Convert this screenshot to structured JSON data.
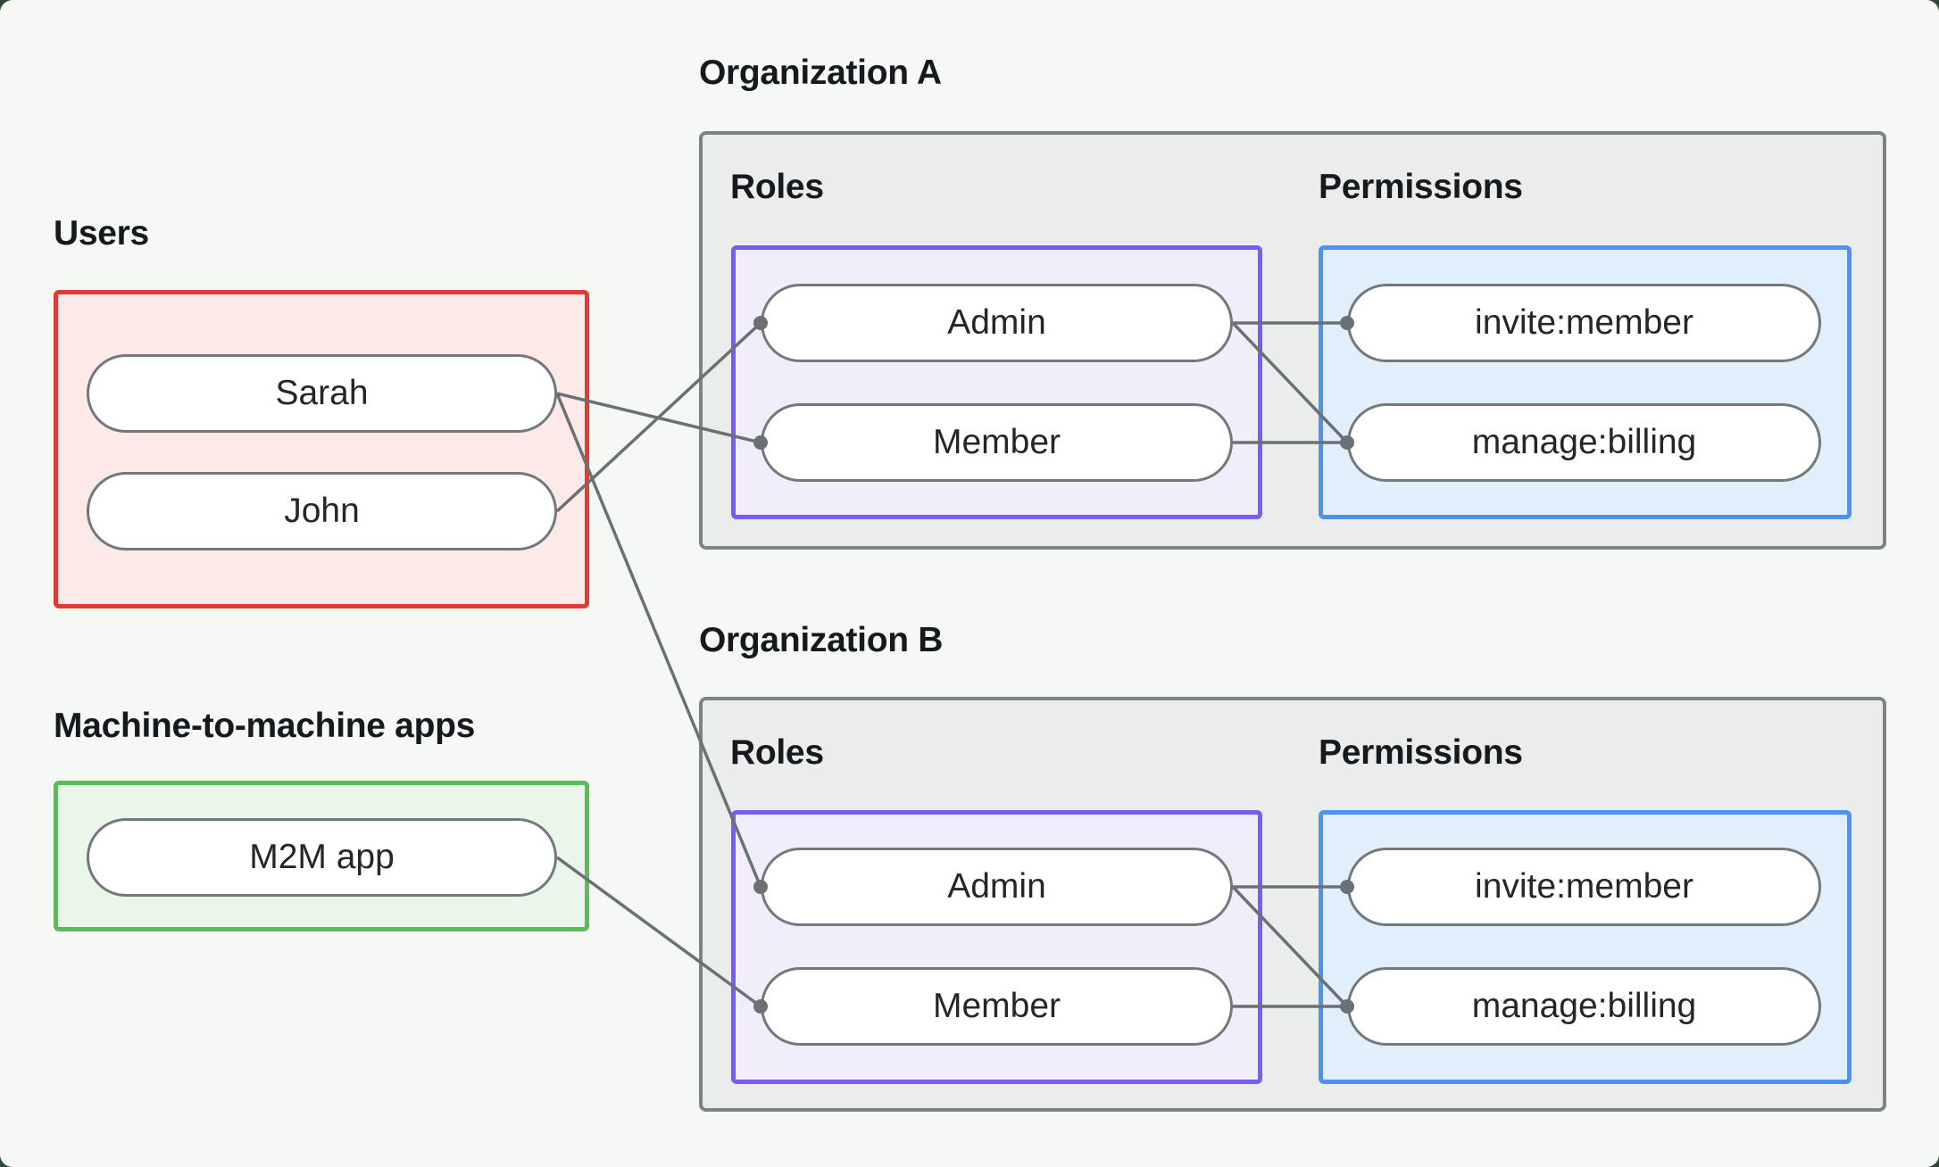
{
  "users": {
    "label": "Users",
    "items": [
      "Sarah",
      "John"
    ]
  },
  "m2m": {
    "label": "Machine-to-machine apps",
    "items": [
      "M2M app"
    ]
  },
  "orgs": [
    {
      "label": "Organization A",
      "roles_label": "Roles",
      "permissions_label": "Permissions",
      "roles": [
        "Admin",
        "Member"
      ],
      "permissions": [
        "invite:member",
        "manage:billing"
      ]
    },
    {
      "label": "Organization B",
      "roles_label": "Roles",
      "permissions_label": "Permissions",
      "roles": [
        "Admin",
        "Member"
      ],
      "permissions": [
        "invite:member",
        "manage:billing"
      ]
    }
  ],
  "connections": [
    {
      "from": "Sarah",
      "to": "Organization A / Member"
    },
    {
      "from": "John",
      "to": "Organization A / Admin"
    },
    {
      "from": "Sarah",
      "to": "Organization B / Admin"
    },
    {
      "from": "M2M app",
      "to": "Organization B / Member"
    },
    {
      "from": "Organization A / Admin",
      "to": "Organization A / invite:member"
    },
    {
      "from": "Organization A / Admin",
      "to": "Organization A / manage:billing"
    },
    {
      "from": "Organization A / Member",
      "to": "Organization A / manage:billing"
    },
    {
      "from": "Organization B / Admin",
      "to": "Organization B / invite:member"
    },
    {
      "from": "Organization B / Admin",
      "to": "Organization B / manage:billing"
    },
    {
      "from": "Organization B / Member",
      "to": "Organization B / manage:billing"
    }
  ],
  "colors": {
    "background": "#f5f8f5",
    "users_border": "#e23b32",
    "users_fill": "#fdeae8",
    "m2m_border": "#5eb961",
    "m2m_fill": "#eaf6ea",
    "org_fill": "#ebedec",
    "org_border": "#7e8483",
    "roles_border": "#7a5cf5",
    "roles_fill": "#f2edfb",
    "permissions_border": "#4e92f1",
    "permissions_fill": "#e1effc",
    "node_fill": "#ffffff",
    "node_border": "#73797a",
    "edge": "#6b7173",
    "text": "#16191d"
  }
}
